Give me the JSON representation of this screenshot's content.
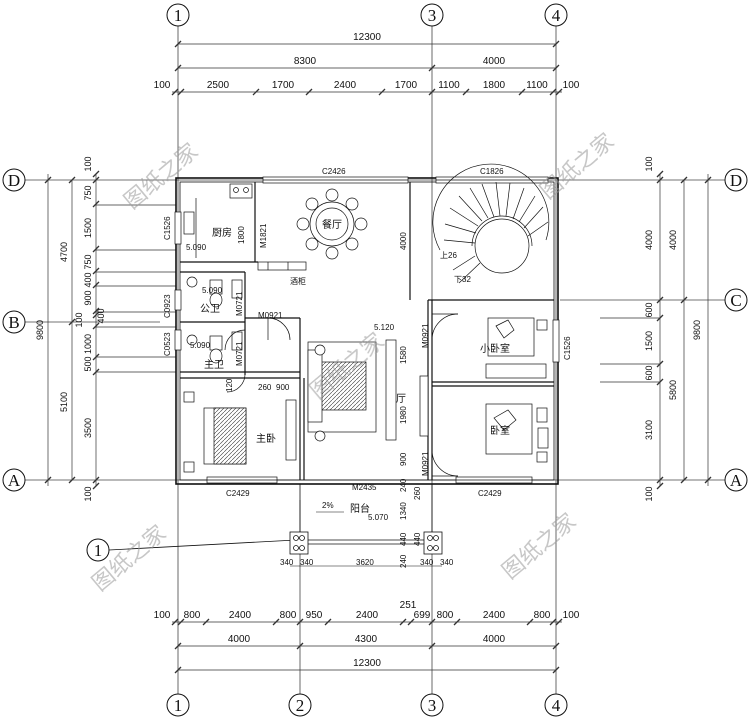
{
  "axes": {
    "top": [
      "1",
      "3",
      "4"
    ],
    "bottom": [
      "1",
      "2",
      "3",
      "4"
    ],
    "left": [
      "D",
      "B",
      "A"
    ],
    "right": [
      "D",
      "C",
      "A"
    ],
    "special": "1"
  },
  "top_dims": {
    "total": "12300",
    "row2": [
      "8300",
      "4000"
    ],
    "row3": [
      "100",
      "2500",
      "1700",
      "2400",
      "1700",
      "1100",
      "1800",
      "1100",
      "100"
    ]
  },
  "bottom_dims": {
    "row1": [
      "100",
      "800",
      "2400",
      "800",
      "950",
      "2400",
      "251",
      "699",
      "800",
      "2400",
      "800",
      "100"
    ],
    "row2": [
      "4000",
      "4300",
      "4000"
    ],
    "total": "12300"
  },
  "left_dims": {
    "total": "9800",
    "mid": [
      "4700",
      "5100"
    ],
    "inner": [
      "100",
      "750",
      "1500",
      "750",
      "400",
      "900",
      "100",
      "400",
      "1000",
      "500",
      "3500",
      "100"
    ]
  },
  "right_dims": {
    "total": "9800",
    "mid": [
      "4000",
      "5800"
    ],
    "inner": [
      "100",
      "4000",
      "600",
      "1500",
      "600",
      "3100",
      "100"
    ]
  },
  "rooms": {
    "kitchen": "厨房",
    "dining": "餐厅",
    "toilet_public": "公卫",
    "toilet_main": "主卫",
    "master_bed": "主卧",
    "small_bed": "小卧室",
    "bedroom": "卧室",
    "balcony": "阳台",
    "hall": "厅"
  },
  "labels": {
    "c2426": "C2426",
    "c1826": "C1826",
    "c1526_l": "C1526",
    "c1526_r": "C1526",
    "m1821": "M1821",
    "c0923": "C0923",
    "c0523": "C0523",
    "m0921_a": "M0921",
    "m0921_b": "M0921",
    "m0921_c": "M0921",
    "m0721_a": "M0721",
    "m0721_b": "M0721",
    "c2429_l": "C2429",
    "c2429_r": "C2429",
    "m2435": "M2435",
    "up26": "上26",
    "down32": "下32",
    "slope": "2%",
    "wine": "酒柜",
    "el_5090a": "5.090",
    "el_5090b": "5.090",
    "el_5090c": "5.090",
    "el_5120": "5.120",
    "el_5070": "5.070",
    "d4000": "4000",
    "d1580": "1580",
    "d1980": "1980",
    "d900": "900",
    "d260": "260",
    "d900b": "900",
    "d1800": "1800",
    "d3620": "3620",
    "d340a": "340",
    "d340b": "340",
    "d340c": "340",
    "d340d": "340",
    "d240a": "240",
    "d240b": "240",
    "d440a": "440",
    "d440b": "440",
    "d1340": "1340",
    "d260b": "260",
    "d120": "120"
  },
  "watermark": "图纸之家"
}
